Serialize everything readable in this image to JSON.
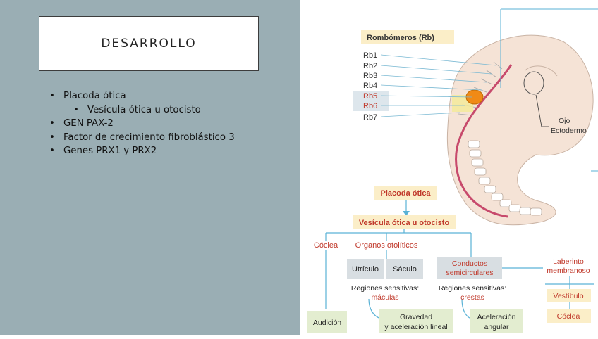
{
  "slide": {
    "title": "DESARROLLO",
    "bullets": [
      "Placoda ótica",
      "Vesícula ótica u otocisto",
      "GEN PAX-2",
      "Factor de crecimiento fibroblástico 3",
      "Genes PRX1 y PRX2"
    ]
  },
  "figure": {
    "rombomeros_title": "Rombómeros (Rb)",
    "rb_labels": [
      "Rb1",
      "Rb2",
      "Rb3",
      "Rb4",
      "Rb5",
      "Rb6",
      "Rb7"
    ],
    "ojo": "Ojo",
    "ectodermo": "Ectodermo",
    "placoda": "Placoda ótica",
    "vesicula": "Vesícula ótica u otocisto",
    "coclea": "Cóclea",
    "organos": "Órganos otolíticos",
    "utriculo": "Utrículo",
    "saculo": "Sáculo",
    "conductos_1": "Conductos",
    "conductos_2": "semicirculares",
    "laberinto_1": "Laberinto",
    "laberinto_2": "membranoso",
    "reg_maculas_1": "Regiones sensitivas:",
    "reg_maculas_2": "máculas",
    "reg_crestas_1": "Regiones sensitivas:",
    "reg_crestas_2": "crestas",
    "vestibulo": "Vestíbulo",
    "coclea_box": "Cóclea",
    "audicion": "Audición",
    "gravedad_1": "Gravedad",
    "gravedad_2": "y aceleración lineal",
    "aceleracion_1": "Aceleración",
    "aceleracion_2": "angular"
  },
  "colors": {
    "left_bg": "#9aaeb4",
    "box_yellow": "#fbeec8",
    "box_gray": "#d8dee2",
    "box_green": "#e3edd0",
    "label_red": "#c0392b",
    "line_blue": "#5ab2d6"
  }
}
